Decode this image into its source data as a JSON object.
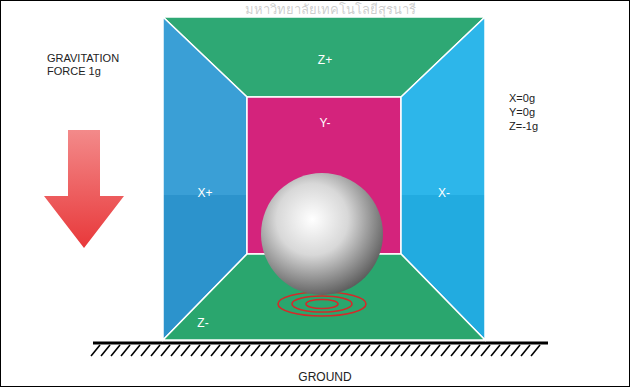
{
  "diagram": {
    "nodes": [
      {
        "text": [
          "Z+"
        ]
      },
      {
        "text": [
          "X+"
        ]
      },
      {
        "text": [
          "Y-"
        ]
      },
      {
        "text": [
          "X-"
        ]
      },
      {
        "text": [
          "Z-"
        ]
      }
    ],
    "labels": [
      "GRAVITATION FORCE 1g",
      "X=0g",
      "Y=0g",
      "Z=-1g",
      "GROUND",
      "มหาวิทยาลัยเทคโนโลยีสุรนารี"
    ]
  }
}
